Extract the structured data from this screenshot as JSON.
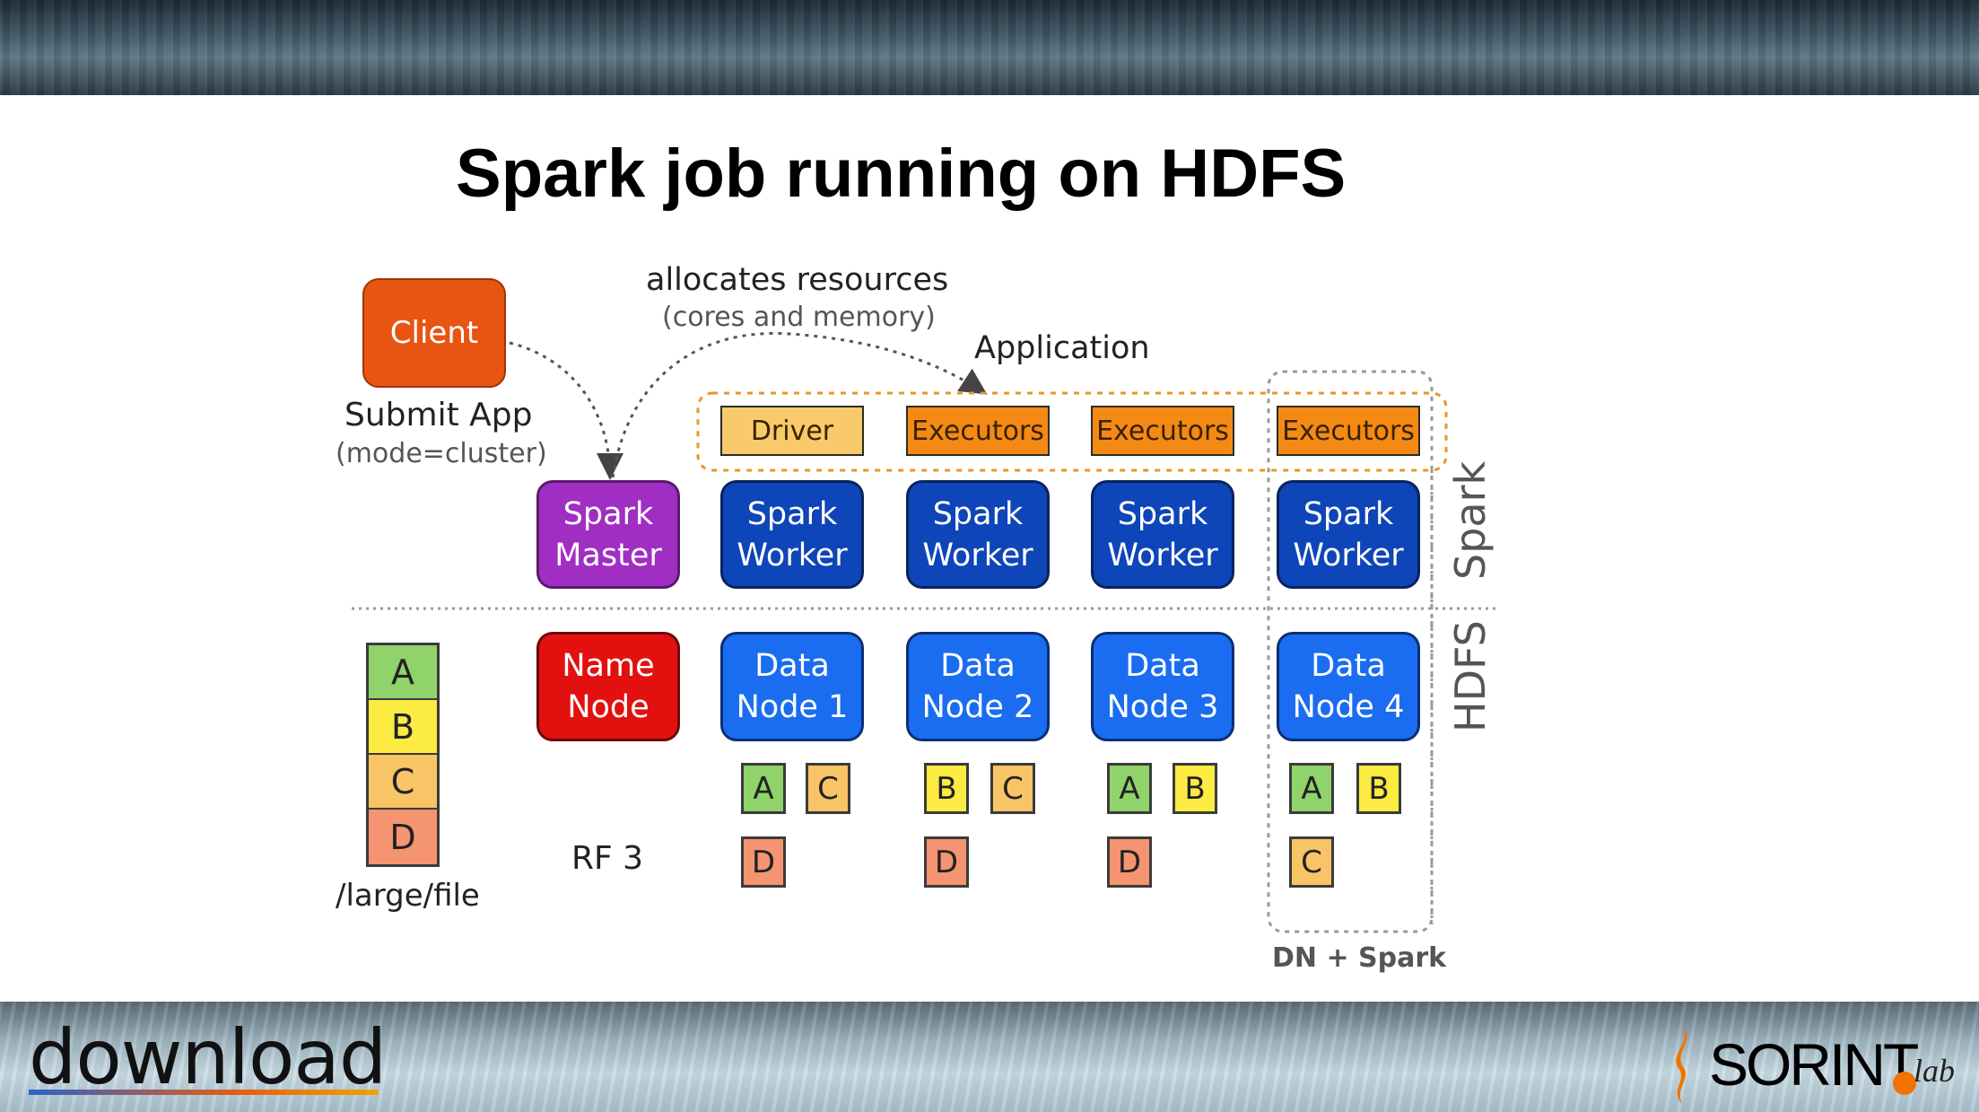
{
  "title": "Spark job running on HDFS",
  "client": {
    "label": "Client",
    "submit": "Submit App",
    "mode": "(mode=cluster)"
  },
  "annotation": {
    "allocates": "allocates resources",
    "detail": "(cores and memory)",
    "application": "Application"
  },
  "spark_master": {
    "line1": "Spark",
    "line2": "Master"
  },
  "name_node": {
    "line1": "Name",
    "line2": "Node"
  },
  "driver": "Driver",
  "executors": [
    "Executors",
    "Executors",
    "Executors"
  ],
  "workers": [
    {
      "line1": "Spark",
      "line2": "Worker"
    },
    {
      "line1": "Spark",
      "line2": "Worker"
    },
    {
      "line1": "Spark",
      "line2": "Worker"
    },
    {
      "line1": "Spark",
      "line2": "Worker"
    }
  ],
  "data_nodes": [
    {
      "line1": "Data",
      "line2": "Node 1",
      "blocks_row1": [
        "A",
        "C"
      ],
      "blocks_row2": [
        "D"
      ]
    },
    {
      "line1": "Data",
      "line2": "Node 2",
      "blocks_row1": [
        "B",
        "C"
      ],
      "blocks_row2": [
        "D"
      ]
    },
    {
      "line1": "Data",
      "line2": "Node 3",
      "blocks_row1": [
        "A",
        "B"
      ],
      "blocks_row2": [
        "D"
      ]
    },
    {
      "line1": "Data",
      "line2": "Node 4",
      "blocks_row1": [
        "A",
        "B"
      ],
      "blocks_row2": [
        "C"
      ]
    }
  ],
  "file_blocks": [
    "A",
    "B",
    "C",
    "D"
  ],
  "file_path": "/large/file",
  "replication": "RF 3",
  "layer_labels": {
    "spark": "Spark",
    "hdfs": "HDFS"
  },
  "dn_spark_label": "DN + Spark",
  "colors": {
    "client": "#e85412",
    "master": "#a12ec2",
    "worker": "#0e45b8",
    "name_node": "#e31010",
    "data_node": "#1a6df0",
    "driver": "#f8ca6a",
    "executor": "#f48a14",
    "block_A": "#8fd36a",
    "block_B": "#fbeb42",
    "block_C": "#f8c466",
    "block_D": "#f49471"
  },
  "footer": {
    "left_logo": "download",
    "right_logo": "SORINT",
    "right_logo_suffix": "lab"
  }
}
